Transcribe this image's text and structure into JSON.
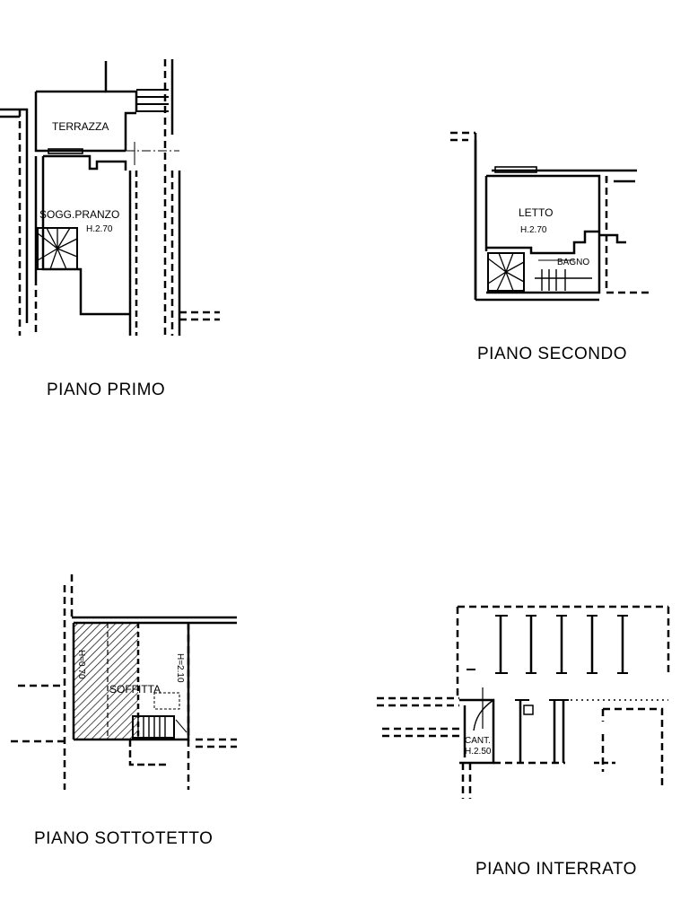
{
  "plans": [
    {
      "title": "PIANO PRIMO",
      "rooms": [
        {
          "name": "TERRAZZA"
        },
        {
          "name": "SOGG.PRANZO",
          "height": "H.2.70"
        }
      ]
    },
    {
      "title": "PIANO SECONDO",
      "rooms": [
        {
          "name": "LETTO",
          "height": "H.2.70"
        },
        {
          "name": "BAGNO"
        }
      ]
    },
    {
      "title": "PIANO SOTTOTETTO",
      "rooms": [
        {
          "name": "SOFFITTA"
        }
      ],
      "heights": [
        "H=0.70",
        "H=2.10"
      ]
    },
    {
      "title": "PIANO INTERRATO",
      "rooms": [
        {
          "name": "CANT.",
          "height": "H.2.50"
        }
      ]
    }
  ]
}
